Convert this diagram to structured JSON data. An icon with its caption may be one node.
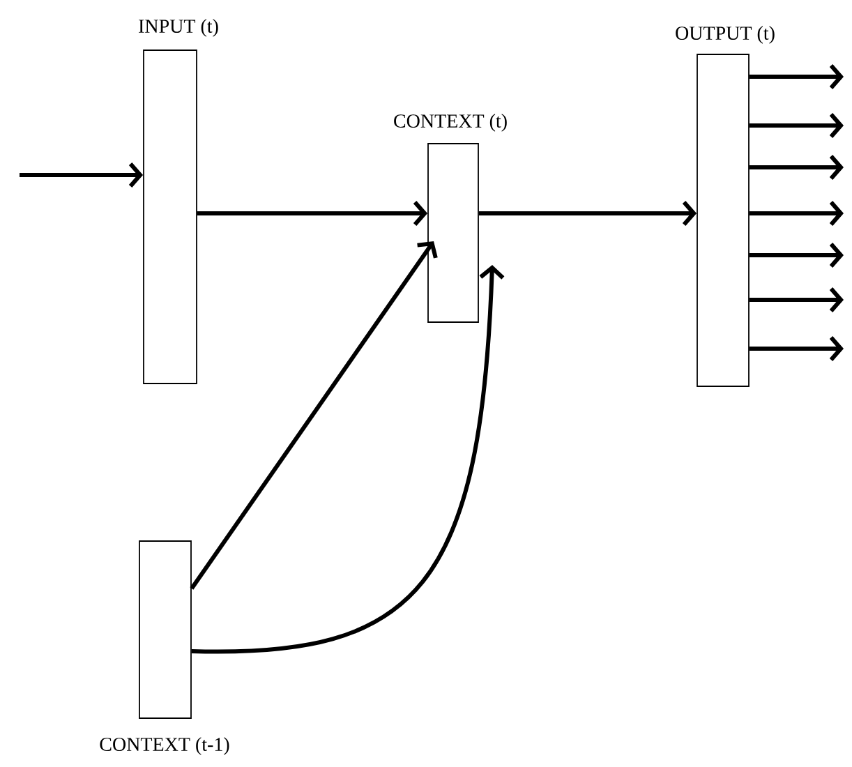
{
  "diagram": {
    "nodes": [
      {
        "text": [
          "INPUT (t)"
        ]
      },
      {
        "text": [
          "CONTEXT (t)"
        ]
      },
      {
        "text": [
          "OUTPUT (t)"
        ]
      },
      {
        "text": [
          "CONTEXT (t-1)"
        ]
      }
    ],
    "edges": [
      {
        "from": null,
        "to": 0,
        "arrow": "to"
      },
      {
        "from": 0,
        "to": 1,
        "arrow": "to"
      },
      {
        "from": 1,
        "to": 2,
        "arrow": "to"
      },
      {
        "from": 3,
        "to": 1,
        "arrow": "to"
      },
      {
        "from": 3,
        "to": 1,
        "arrow": "to"
      },
      {
        "from": 2,
        "to": null,
        "arrow": "to"
      },
      {
        "from": 2,
        "to": null,
        "arrow": "to"
      },
      {
        "from": 2,
        "to": null,
        "arrow": "to"
      },
      {
        "from": 2,
        "to": null,
        "arrow": "to"
      },
      {
        "from": 2,
        "to": null,
        "arrow": "to"
      },
      {
        "from": 2,
        "to": null,
        "arrow": "to"
      },
      {
        "from": 2,
        "to": null,
        "arrow": "to"
      }
    ]
  }
}
